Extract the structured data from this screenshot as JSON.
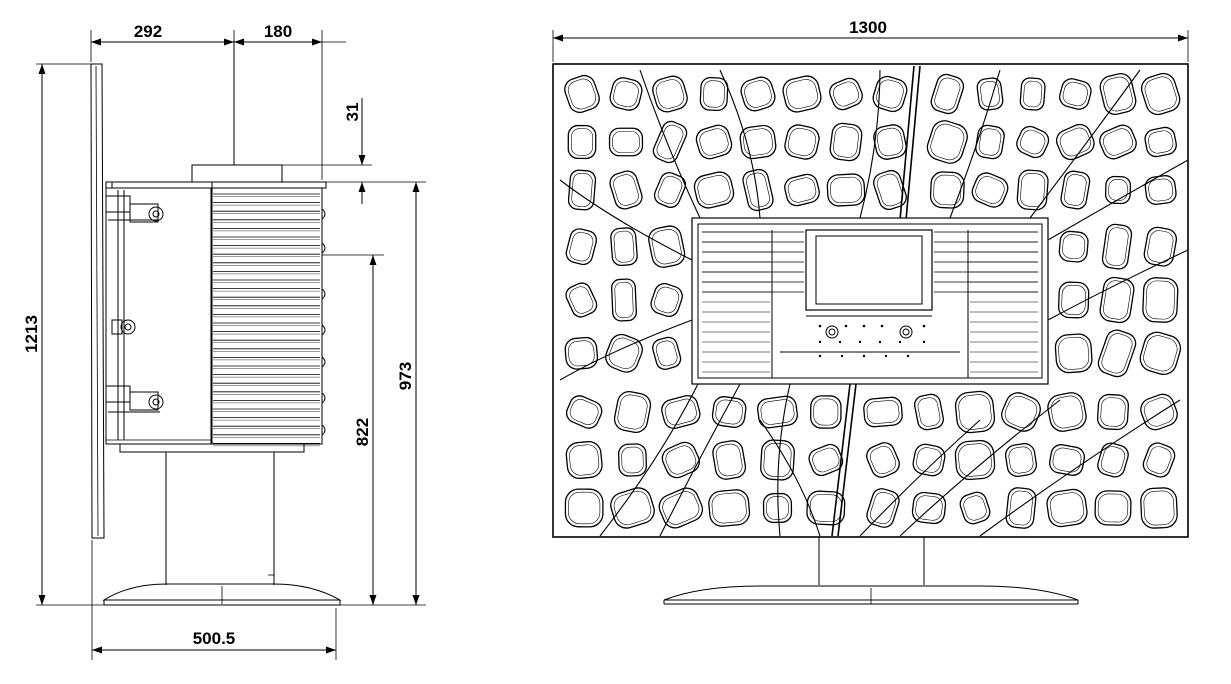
{
  "side_view": {
    "dims": {
      "depth_top_left": "292",
      "depth_top_right": "180",
      "flue_offset": "31",
      "total_height": "1213",
      "body_height": "973",
      "stand_height": "822",
      "base_width": "500.5"
    }
  },
  "front_view": {
    "dims": {
      "width": "1300"
    }
  }
}
